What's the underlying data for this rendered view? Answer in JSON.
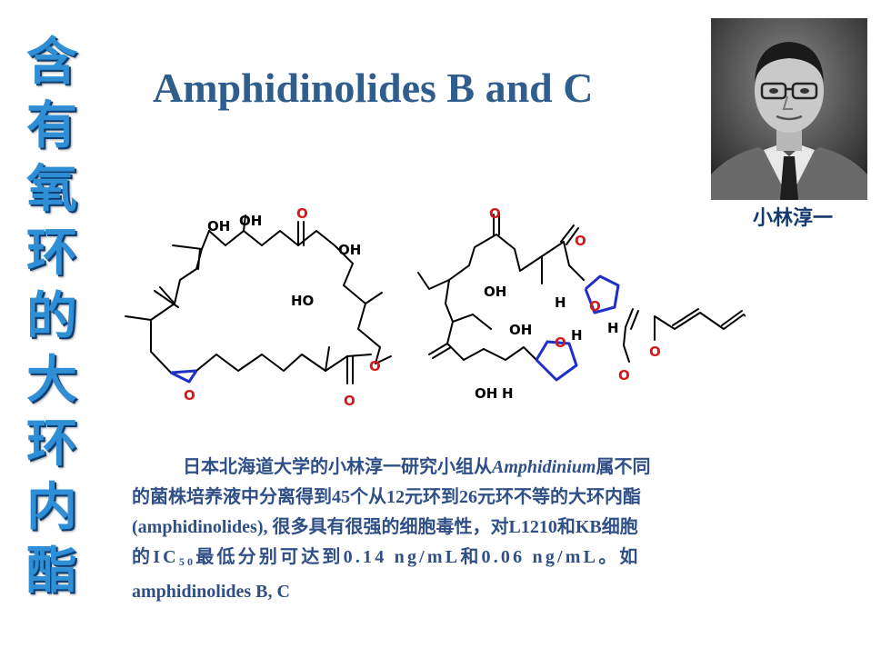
{
  "vertical_title": [
    "含",
    "有",
    "氧",
    "环",
    "的",
    "大",
    "环",
    "内",
    "酯"
  ],
  "title": "Amphidinolides B and C",
  "photo_caption": "小林淳一",
  "molecule_labels": {
    "oh": "OH",
    "h": "H",
    "o": "O",
    "ho": "HO"
  },
  "paragraph": {
    "line1_pre": "日本北海道大学的小林淳一研究小组从",
    "line1_genus": "Amphidinium",
    "line1_post": "属不同",
    "line2": "的菌株培养液中分离得到45个从12元环到26元环不等的大环内酯",
    "line3": "(amphidinolides), 很多具有很强的细胞毒性，对L1210和KB细胞",
    "line4_pre": "的IC",
    "line4_sub": "50",
    "line4_post": "最低分别可达到0.14 ng/mL和0.06 ng/mL。如",
    "line5": "amphidinolides B, C"
  }
}
